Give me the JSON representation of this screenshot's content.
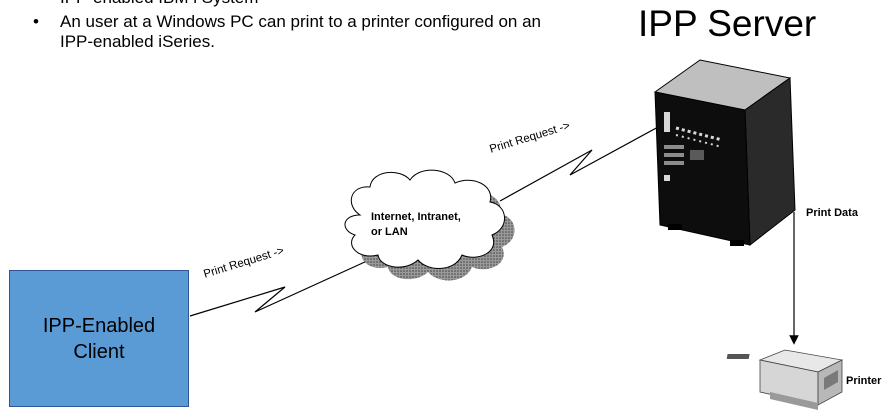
{
  "bullets": [
    "IPP-enabled IBM i System",
    "An user at a Windows PC can print to a printer configured on an IPP-enabled iSeries."
  ],
  "server_title": "IPP Server",
  "client": {
    "line1": "IPP-Enabled",
    "line2": "Client"
  },
  "network": {
    "line1": "Internet, Intranet,",
    "line2": "or LAN"
  },
  "links": {
    "client_to_network": "Print Request ->",
    "network_to_server": "Print Request ->"
  },
  "print_data_label": "Print Data",
  "printer_label": "Printer",
  "colors": {
    "client_fill": "#5b9bd5",
    "client_border": "#2f5597"
  }
}
